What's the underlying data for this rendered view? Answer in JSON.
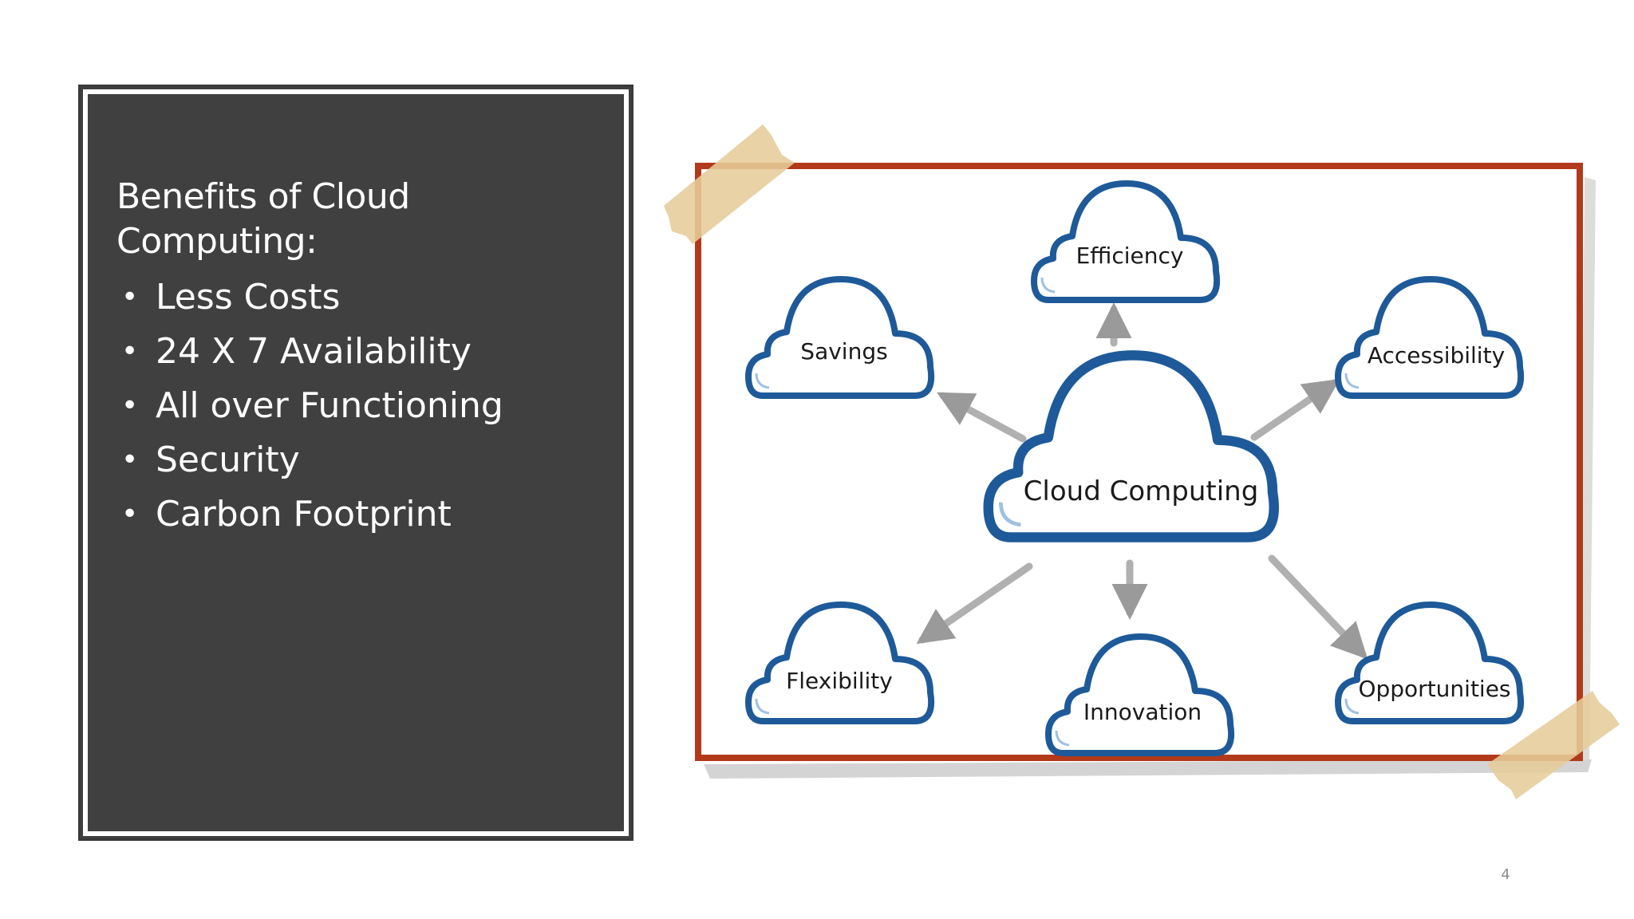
{
  "slide": {
    "heading": "Benefits of Cloud Computing:",
    "benefits": [
      "Less Costs",
      "24 X 7 Availability",
      "All over Functioning",
      "Security",
      "Carbon Footprint"
    ],
    "bullet_glyph": "•",
    "page_number": "4"
  },
  "diagram": {
    "center_label": "Cloud Computing",
    "nodes": [
      "Efficiency",
      "Savings",
      "Accessibility",
      "Flexibility",
      "Innovation",
      "Opportunities"
    ],
    "colors": {
      "frame": "#b23a1a",
      "cloud_outline": "#1e5a99",
      "arrow": "#a9a9a9",
      "tape": "#e6cc99",
      "panel_bg": "#404040"
    }
  }
}
